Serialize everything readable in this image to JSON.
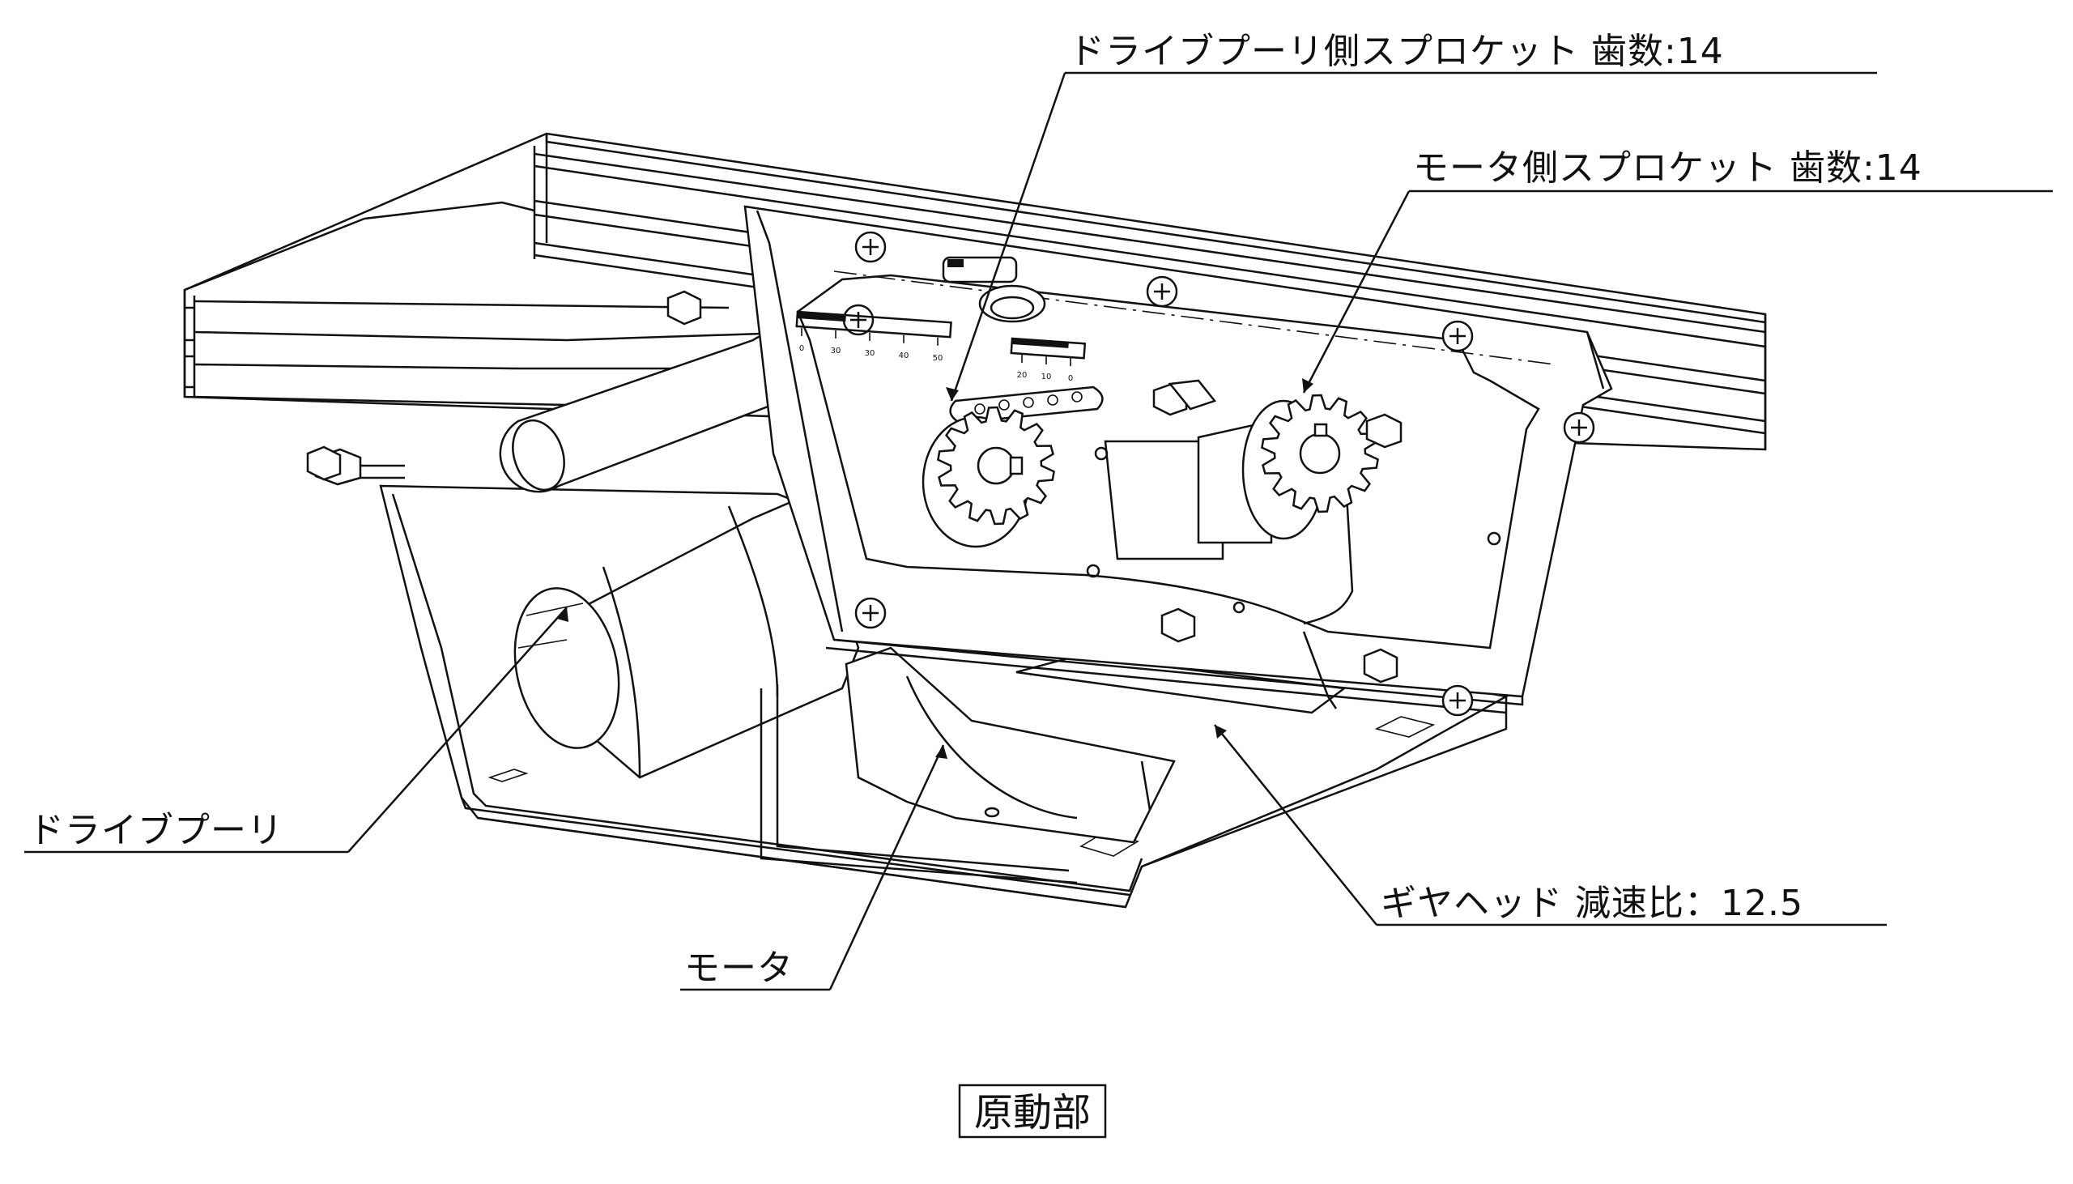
{
  "labels": {
    "drive_sprocket": "ドライブプーリ側スプロケット 歯数:14",
    "motor_sprocket": "モータ側スプロケット 歯数:14",
    "drive_pulley": "ドライブプーリ",
    "gearhead": "ギヤヘッド 減速比：12.5",
    "motor": "モータ"
  },
  "caption": "原動部",
  "scale_left": {
    "ticks": [
      "0",
      "30",
      "30",
      "40",
      "50"
    ]
  },
  "scale_right": {
    "ticks": [
      "20",
      "10",
      "0"
    ]
  }
}
